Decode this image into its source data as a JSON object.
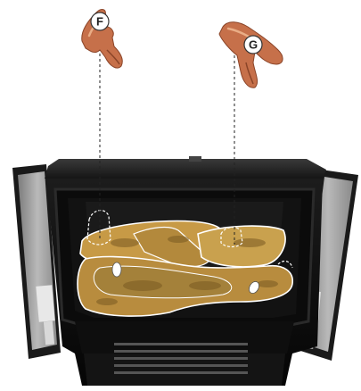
{
  "diagram": {
    "callouts": [
      {
        "id": "F",
        "label": "F"
      },
      {
        "id": "G",
        "label": "G"
      }
    ],
    "colors": {
      "log_bark": "#c8754a",
      "log_highlight": "#e3a77f",
      "log_tint": "#d9b060",
      "firebox": "#111111",
      "door_panel": "#9a9a9a",
      "outline": "#ffffff"
    }
  }
}
